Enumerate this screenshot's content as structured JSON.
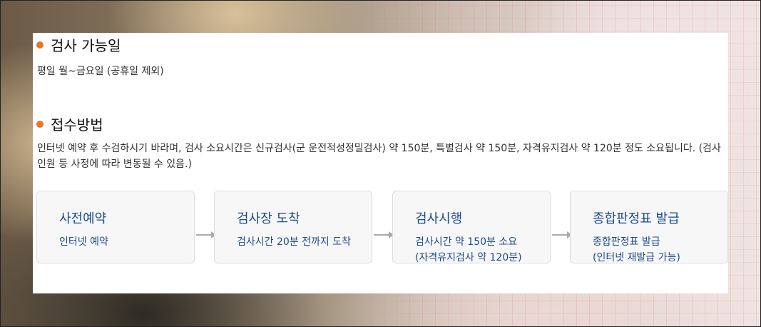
{
  "sections": [
    {
      "title": "검사 가능일",
      "text": "평일 월~금요일 (공휴일 제외)"
    },
    {
      "title": "접수방법",
      "text": "인터넷 예약 후 수검하시기 바라며, 검사 소요시간은 신규검사(군 운전적성정밀검사) 약 150분, 특별검사 약 150분, 자격유지검사 약 120분 정도 소요됩니다. (검사인원 등 사정에 따라 변동될 수 있음.)"
    }
  ],
  "steps": [
    {
      "title": "사전예약",
      "desc": "인터넷 예약"
    },
    {
      "title": "검사장 도착",
      "desc": "검사시간 20분 전까지 도착"
    },
    {
      "title": "검사시행",
      "desc": "검사시간 약 150분 소요\n(자격유지검사 약 120분)"
    },
    {
      "title": "종합판정표 발급",
      "desc": "종합판정표 발급\n(인터넷 재발급 가능)"
    }
  ],
  "colors": {
    "bullet": "#e87722",
    "step_text": "#1a4a8a"
  }
}
